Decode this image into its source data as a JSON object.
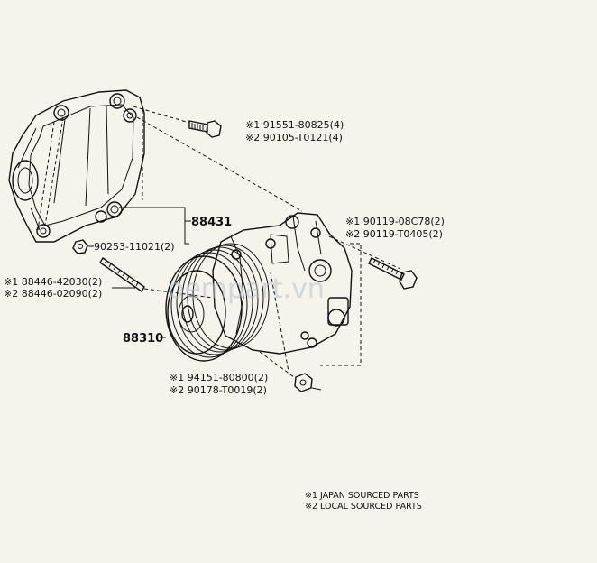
{
  "watermark": "oempart.vn",
  "callouts": {
    "bolt_top_1": "※1 91551-80825(4)",
    "bolt_top_2": "※2 90105-T0121(4)",
    "bracket_assy": "88431",
    "nut_bracket": "90253-11021(2)",
    "bolt_right_1": "※1 90119-08C78(2)",
    "bolt_right_2": "※2 90119-T0405(2)",
    "stud_left_1": "※1 88446-42030(2)",
    "stud_left_2": "※2 88446-02090(2)",
    "compressor_assy": "88310",
    "nut_bottom_1": "※1 94151-80800(2)",
    "nut_bottom_2": "※2 90178-T0019(2)"
  },
  "legend": {
    "note_1": "※1 JAPAN SOURCED PARTS",
    "note_2": "※2 LOCAL SOURCED PARTS"
  }
}
